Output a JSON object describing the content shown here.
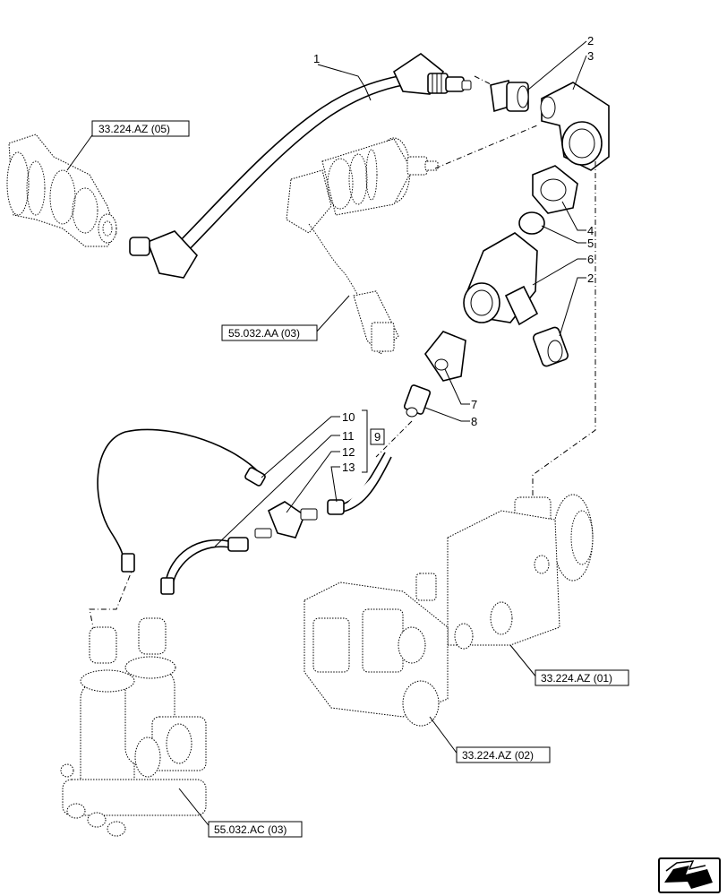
{
  "callouts": {
    "c1": "1",
    "c2a": "2",
    "c3": "3",
    "c4": "4",
    "c5": "5",
    "c6": "6",
    "c2b": "2",
    "c7": "7",
    "c8": "8",
    "c10": "10",
    "c11": "11",
    "c12": "12",
    "c13": "13",
    "c9": "9"
  },
  "references": {
    "ref_33_224_az_05": "33.224.AZ (05)",
    "ref_55_032_aa_03": "55.032.AA (03)",
    "ref_33_224_az_01": "33.224.AZ (01)",
    "ref_33_224_az_02": "33.224.AZ (02)",
    "ref_55_032_ac_03": "55.032.AC (03)"
  },
  "nav_icon": "next-page-arrow-icon"
}
